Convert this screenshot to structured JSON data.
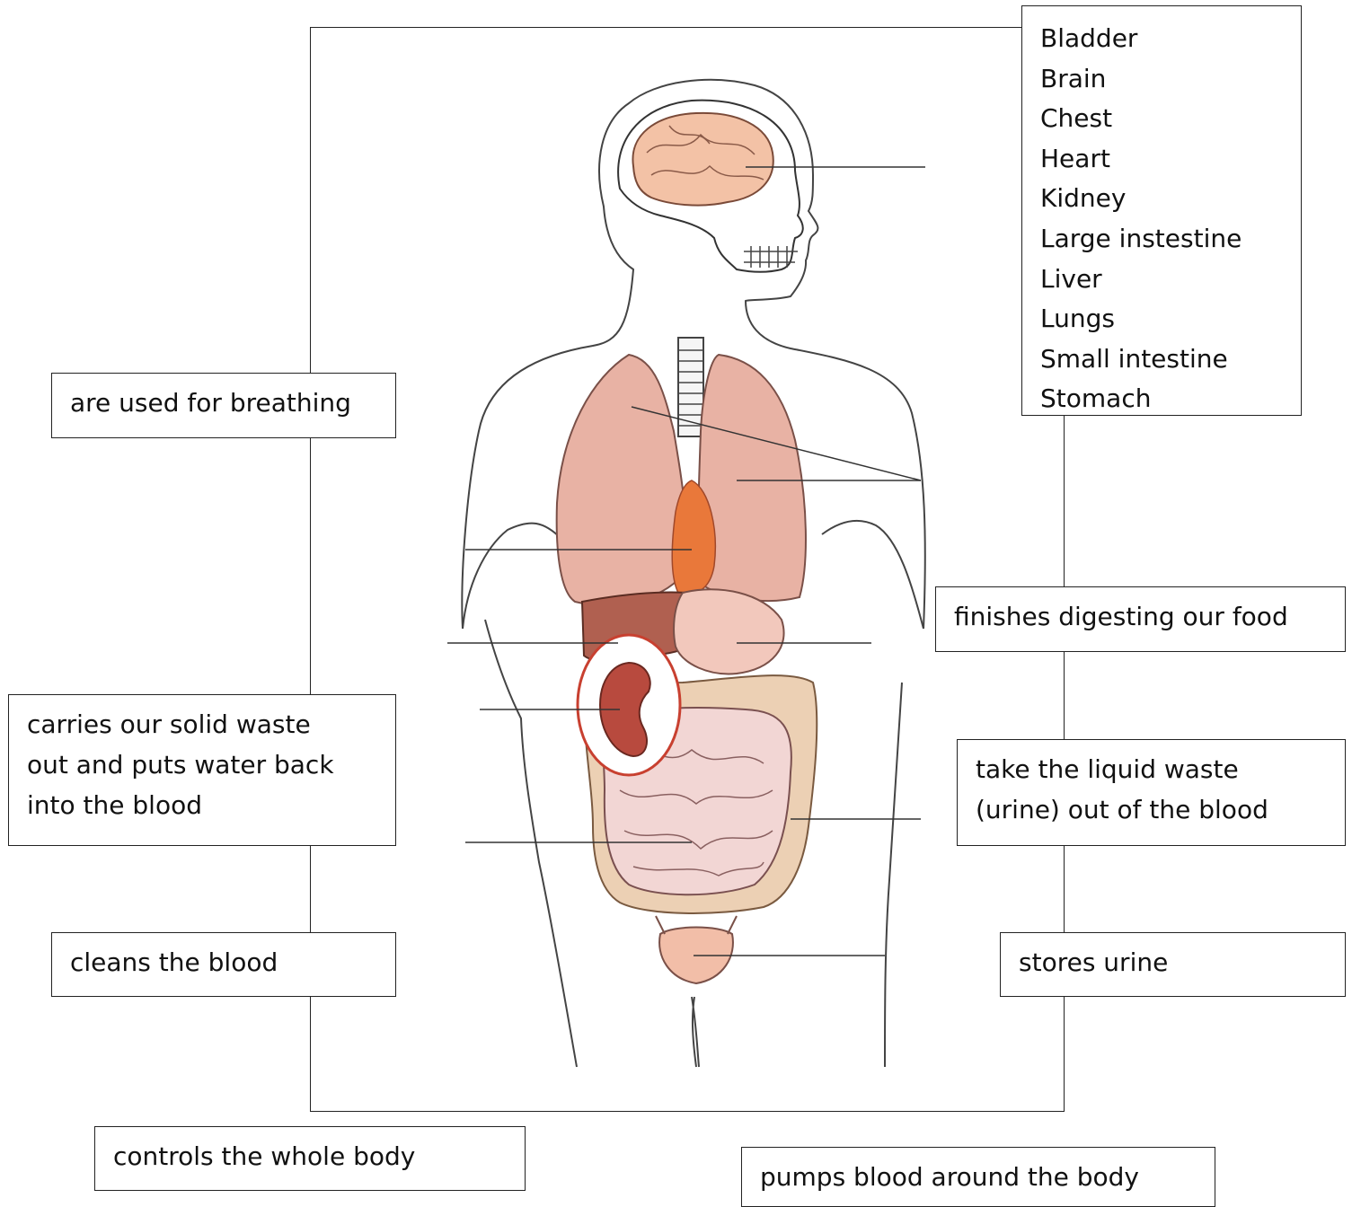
{
  "word_bank": [
    "Bladder",
    "Brain",
    "Chest",
    "Heart",
    "Kidney",
    "Large instestine",
    "Liver",
    "Lungs",
    "Small intestine",
    "Stomach"
  ],
  "descriptions": {
    "breathing": "are used for breathing",
    "large_intestine": [
      "carries our solid waste",
      "out and puts water back",
      "into the blood"
    ],
    "liver": "cleans the blood",
    "brain": "controls the whole body",
    "small_intestine": "finishes digesting our food",
    "kidney": [
      "take the liquid waste",
      "(urine) out of the blood"
    ],
    "bladder": "stores urine",
    "heart": "pumps blood around the body"
  }
}
